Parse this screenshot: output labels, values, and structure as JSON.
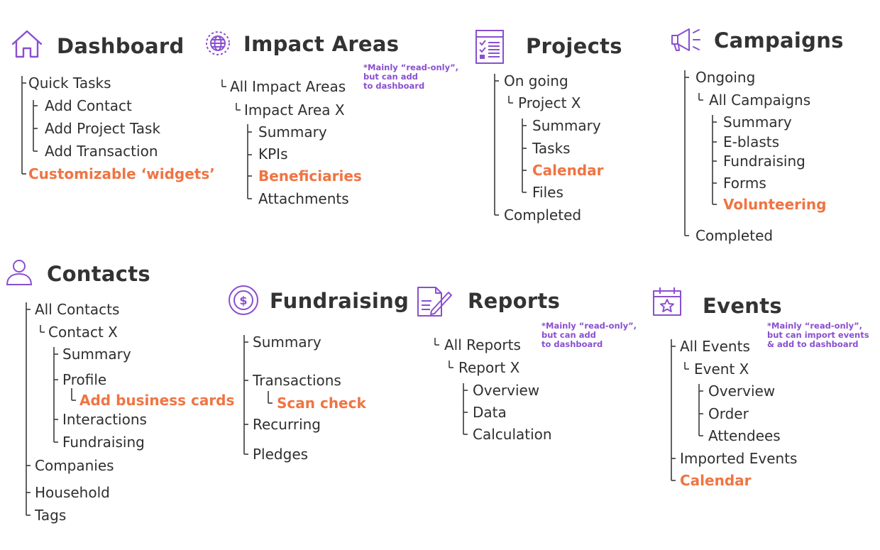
{
  "colors": {
    "accent_orange": "#f07442",
    "icon_purple": "#8a4fd0",
    "note_purple": "#8a4fd0",
    "text": "#2f2f2f",
    "tree_line": "#3a3a3a"
  },
  "sections": {
    "dashboard": {
      "title": "Dashboard",
      "icon": "home-icon",
      "items": [
        "Quick Tasks",
        "Add Contact",
        "Add Project Task",
        "Add Transaction",
        "Customizable ‘widgets’"
      ],
      "highlighted": [
        "Customizable ‘widgets’"
      ]
    },
    "impact_areas": {
      "title": "Impact Areas",
      "icon": "globe-icon",
      "note": "*Mainly “read-only”,\nbut can add\nto dashboard",
      "items": [
        "All Impact Areas",
        "Impact Area X",
        "Summary",
        "KPIs",
        "Beneficiaries",
        "Attachments"
      ],
      "highlighted": [
        "Beneficiaries"
      ]
    },
    "projects": {
      "title": "Projects",
      "icon": "checklist-icon",
      "items": [
        "On going",
        "Project X",
        "Summary",
        "Tasks",
        "Calendar",
        "Files",
        "Completed"
      ],
      "highlighted": [
        "Calendar"
      ]
    },
    "campaigns": {
      "title": "Campaigns",
      "icon": "megaphone-icon",
      "items": [
        "Ongoing",
        "All Campaigns",
        "Summary",
        "E-blasts",
        "Fundraising",
        "Forms",
        "Volunteering",
        "Completed"
      ],
      "highlighted": [
        "Volunteering"
      ]
    },
    "contacts": {
      "title": "Contacts",
      "icon": "person-icon",
      "items": [
        "All Contacts",
        "Contact X",
        "Summary",
        "Profile",
        "Add business cards",
        "Interactions",
        "Fundraising",
        "Companies",
        "Household",
        "Tags"
      ],
      "highlighted": [
        "Add business cards"
      ]
    },
    "fundraising": {
      "title": "Fundraising",
      "icon": "dollar-coin-icon",
      "items": [
        "Summary",
        "Transactions",
        "Scan check",
        "Recurring",
        "Pledges"
      ],
      "highlighted": [
        "Scan check"
      ]
    },
    "reports": {
      "title": "Reports",
      "icon": "report-pen-icon",
      "note": "*Mainly “read-only”,\nbut can add\nto dashboard",
      "items": [
        "All Reports",
        "Report X",
        "Overview",
        "Data",
        "Calculation"
      ],
      "highlighted": []
    },
    "events": {
      "title": "Events",
      "icon": "calendar-star-icon",
      "note": "*Mainly “read-only”,\nbut can import events\n& add to dashboard",
      "items": [
        "All Events",
        "Event X",
        "Overview",
        "Order",
        "Attendees",
        "Imported Events",
        "Calendar"
      ],
      "highlighted": [
        "Calendar"
      ]
    }
  }
}
